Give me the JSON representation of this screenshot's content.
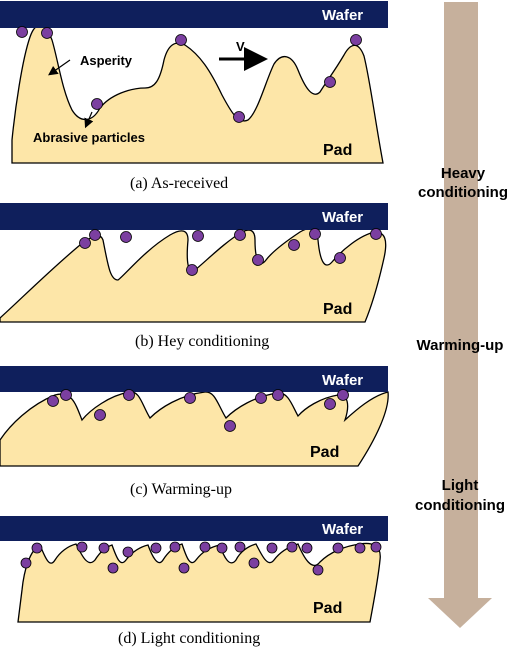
{
  "colors": {
    "wafer": "#0f1f5c",
    "pad": "#fde6a8",
    "particle": "#7b3fa0",
    "arrow": "#c6b09c"
  },
  "panels": [
    {
      "wafer": "Wafer",
      "pad": "Pad",
      "caption": "(a)  As-received"
    },
    {
      "wafer": "Wafer",
      "pad": "Pad",
      "caption": "(b)  Hey conditioning"
    },
    {
      "wafer": "Wafer",
      "pad": "Pad",
      "caption": "(c)  Warming-up"
    },
    {
      "wafer": "Wafer",
      "pad": "Pad",
      "caption": "(d)  Light conditioning"
    }
  ],
  "annotations": {
    "asperity": "Asperity",
    "abrasive": "Abrasive particles",
    "velocity": "V"
  },
  "stages": {
    "heavy_line1": "Heavy",
    "heavy_line2": "conditioning",
    "warming": "Warming-up",
    "light_line1": "Light",
    "light_line2": "conditioning"
  }
}
